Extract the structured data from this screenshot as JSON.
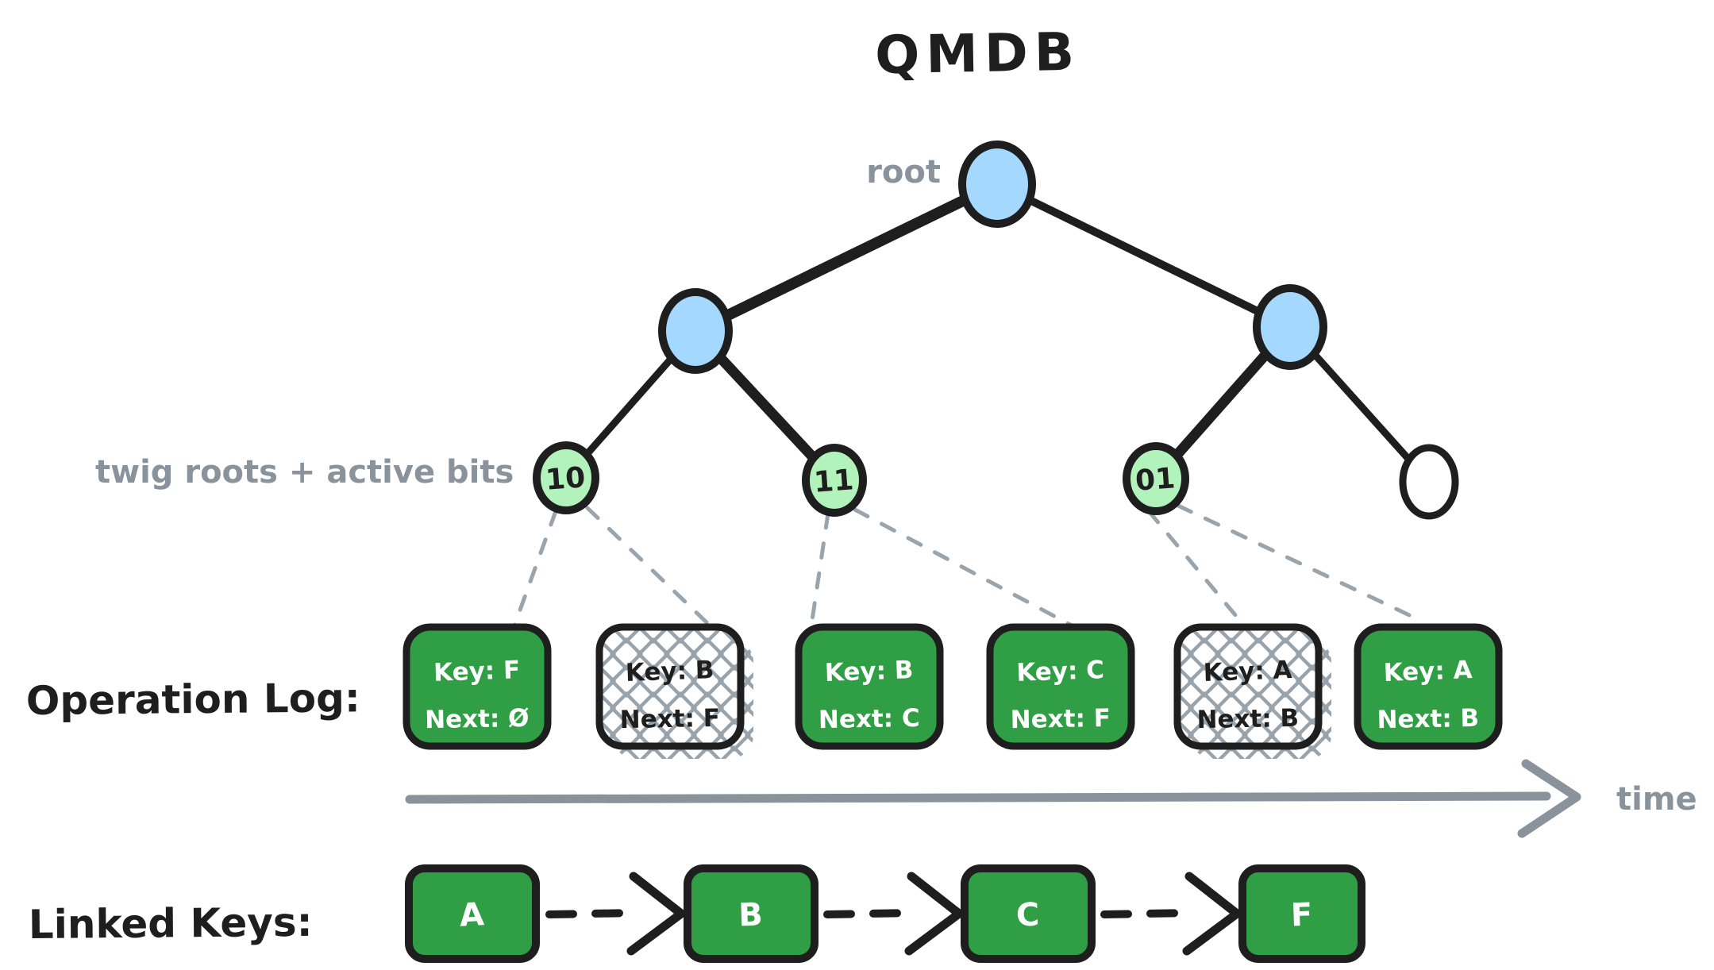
{
  "title": "QMDB",
  "tree": {
    "root_label": "root",
    "twig_label": "twig roots + active bits",
    "twigs": [
      {
        "bits": "10"
      },
      {
        "bits": "11"
      },
      {
        "bits": "01"
      },
      {
        "bits": ""
      }
    ]
  },
  "operation_log": {
    "label": "Operation Log:",
    "entries": [
      {
        "key": "Key: F",
        "next": "Next: Ø",
        "crossed_out": false
      },
      {
        "key": "Key: B",
        "next": "Next: F",
        "crossed_out": true
      },
      {
        "key": "Key: B",
        "next": "Next: C",
        "crossed_out": false
      },
      {
        "key": "Key: C",
        "next": "Next: F",
        "crossed_out": false
      },
      {
        "key": "Key: A",
        "next": "Next: B",
        "crossed_out": true
      },
      {
        "key": "Key: A",
        "next": "Next: B",
        "crossed_out": false
      }
    ]
  },
  "timeline": {
    "label": "time"
  },
  "linked_keys": {
    "label": "Linked Keys:",
    "keys": [
      "A",
      "B",
      "C",
      "F"
    ]
  },
  "colors": {
    "node_blue": "#a5d8ff",
    "node_green": "#b2f2bb",
    "box_green": "#2f9e44",
    "stroke_black": "#1e1e1e",
    "gray": "#8a939b"
  }
}
